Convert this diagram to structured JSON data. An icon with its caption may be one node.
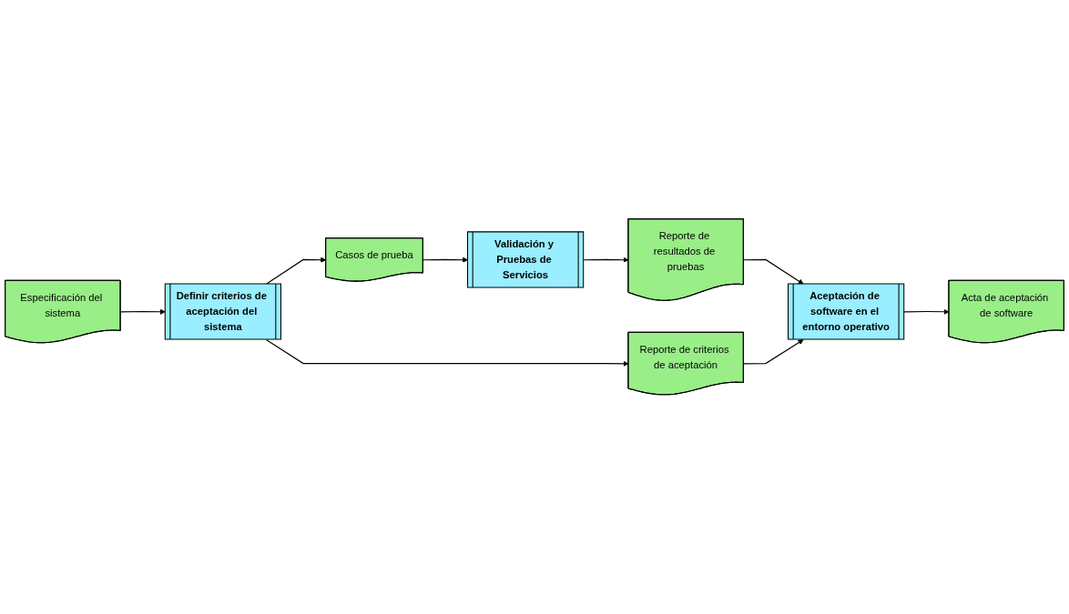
{
  "diagram": {
    "nodes": [
      {
        "text": [
          "Casos de prueba"
        ]
      },
      {
        "text": [
          "Validación y Pruebas de Servicios"
        ]
      },
      {
        "text": [
          "Reporte de resultados de pruebas"
        ]
      },
      {
        "text": [
          "Especificación del sistema"
        ]
      },
      {
        "text": [
          "Definir criterios de aceptación del sistema"
        ]
      },
      {
        "text": [
          "Reporte de criterios de aceptación"
        ]
      },
      {
        "text": [
          "Aceptación de software en el entorno operativo"
        ]
      },
      {
        "text": [
          "Acta de aceptación de software"
        ]
      }
    ],
    "edges": [
      {
        "from": 3,
        "to": 4,
        "arrow": "to"
      },
      {
        "from": 4,
        "to": 0,
        "arrow": "to"
      },
      {
        "from": 0,
        "to": 1,
        "arrow": "to"
      },
      {
        "from": 1,
        "to": 2,
        "arrow": "to"
      },
      {
        "from": 2,
        "to": 6,
        "arrow": "to"
      },
      {
        "from": 4,
        "to": 5,
        "arrow": "to"
      },
      {
        "from": 5,
        "to": 6,
        "arrow": "to"
      },
      {
        "from": 6,
        "to": 7,
        "arrow": "to"
      }
    ]
  }
}
